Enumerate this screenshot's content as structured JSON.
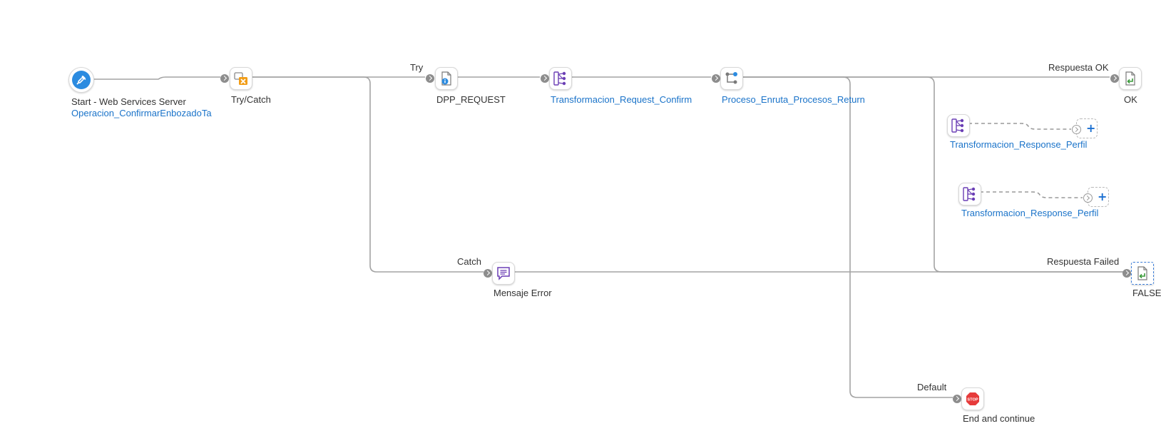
{
  "start": {
    "title": "Start - Web Services Server",
    "operation": "Operacion_ConfirmarEnbozadoTa"
  },
  "nodes": {
    "try_catch": "Try/Catch",
    "dpp_request": "DPP_REQUEST",
    "transform_request": "Transformacion_Request_Confirm",
    "proceso_enruta": "Proceso_Enruta_Procesos_Return",
    "return_ok": "OK",
    "transform_response_1": "Transformacion_Response_Perfil",
    "transform_response_2": "Transformacion_Response_Perfil",
    "mensaje_error": "Mensaje Error",
    "return_false": "FALSE",
    "end_continue": "End and continue"
  },
  "branches": {
    "try": "Try",
    "catch": "Catch",
    "respuesta_ok": "Respuesta OK",
    "respuesta_failed": "Respuesta Failed",
    "default": "Default"
  },
  "icons": {
    "stop_text": "STOP",
    "add_symbol": "+"
  },
  "colors": {
    "wire": "#a3a3a3",
    "link": "#1a73c9",
    "start": "#2b8be0",
    "try_catch": "#f29d16",
    "map": "#6b3fb5",
    "stop": "#e63b3b",
    "return": "#3a9b3a"
  }
}
